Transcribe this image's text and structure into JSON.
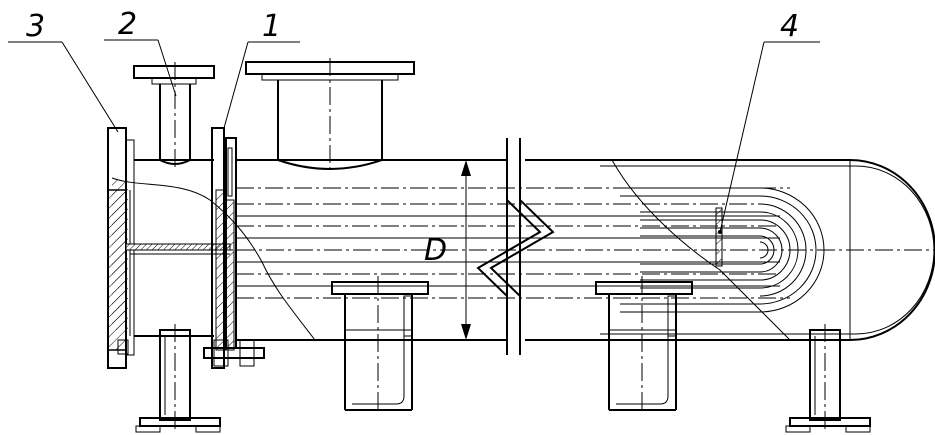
{
  "callouts": [
    {
      "id": "3",
      "text": "3"
    },
    {
      "id": "2",
      "text": "2"
    },
    {
      "id": "1",
      "text": "1"
    },
    {
      "id": "4",
      "text": "4"
    }
  ],
  "dimension": {
    "text": "D"
  }
}
